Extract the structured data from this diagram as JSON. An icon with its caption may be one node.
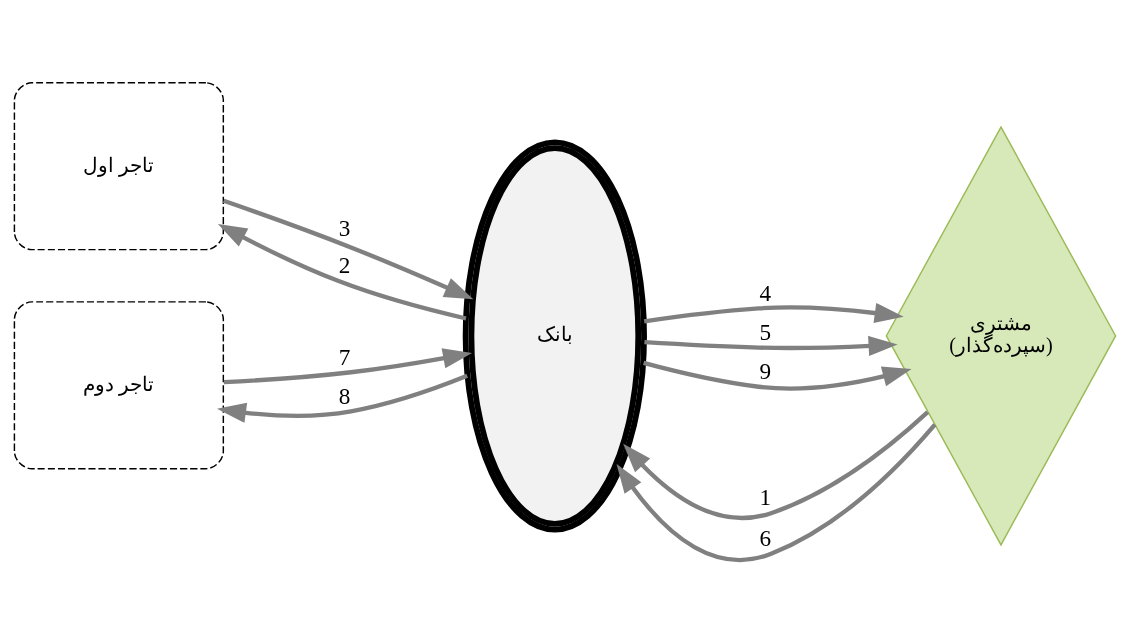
{
  "diagram": {
    "nodes": [
      {
        "text": [
          "تاجر اول"
        ]
      },
      {
        "text": [
          "تاجر دوم"
        ]
      },
      {
        "text": [
          "بانک"
        ]
      },
      {
        "text": [
          "مشتری",
          "(سپرده‌گذار)"
        ]
      }
    ],
    "edges": [
      {
        "from": 3,
        "to": 2,
        "arrow": "to",
        "label": "1"
      },
      {
        "from": 2,
        "to": 0,
        "arrow": "to",
        "label": "2"
      },
      {
        "from": 0,
        "to": 2,
        "arrow": "to",
        "label": "3"
      },
      {
        "from": 2,
        "to": 3,
        "arrow": "to",
        "label": "4"
      },
      {
        "from": 2,
        "to": 3,
        "arrow": "to",
        "label": "5"
      },
      {
        "from": 3,
        "to": 2,
        "arrow": "to",
        "label": "6"
      },
      {
        "from": 1,
        "to": 2,
        "arrow": "to",
        "label": "7"
      },
      {
        "from": 2,
        "to": 1,
        "arrow": "to",
        "label": "8"
      },
      {
        "from": 2,
        "to": 3,
        "arrow": "to",
        "label": "9"
      }
    ]
  }
}
